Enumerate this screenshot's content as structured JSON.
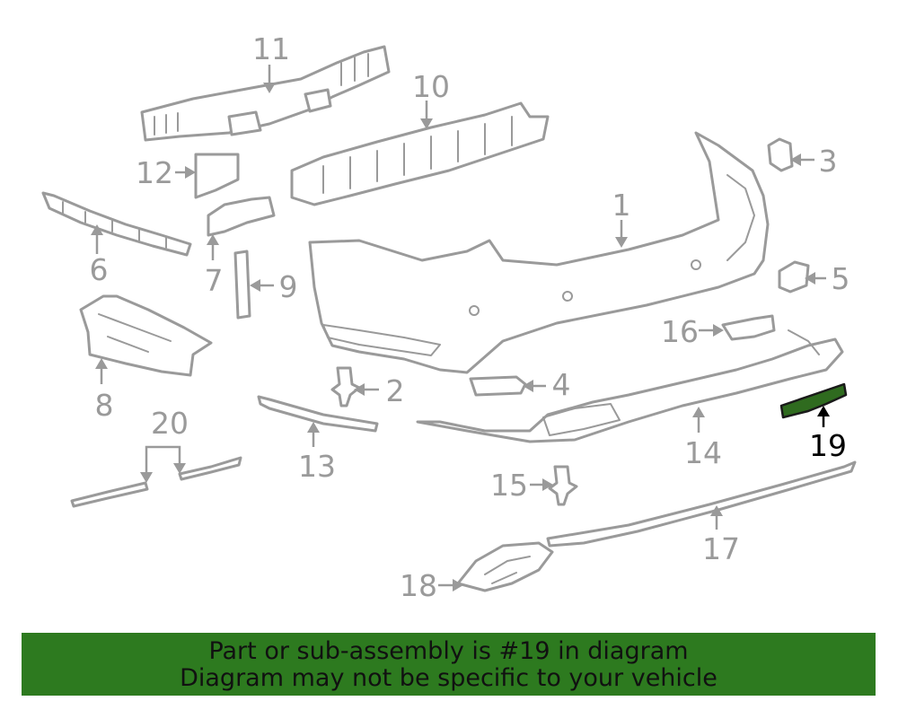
{
  "colors": {
    "line_art": "#9a9a9a",
    "highlight_part": "#2f6b1f",
    "banner_background": "#2d7a1f",
    "banner_text": "#111111"
  },
  "callouts": [
    {
      "id": "1",
      "label": "1"
    },
    {
      "id": "2",
      "label": "2"
    },
    {
      "id": "3",
      "label": "3"
    },
    {
      "id": "4",
      "label": "4"
    },
    {
      "id": "5",
      "label": "5"
    },
    {
      "id": "6",
      "label": "6"
    },
    {
      "id": "7",
      "label": "7"
    },
    {
      "id": "8",
      "label": "8"
    },
    {
      "id": "9",
      "label": "9"
    },
    {
      "id": "10",
      "label": "10"
    },
    {
      "id": "11",
      "label": "11"
    },
    {
      "id": "12",
      "label": "12"
    },
    {
      "id": "13",
      "label": "13"
    },
    {
      "id": "14",
      "label": "14"
    },
    {
      "id": "15",
      "label": "15"
    },
    {
      "id": "16",
      "label": "16"
    },
    {
      "id": "17",
      "label": "17"
    },
    {
      "id": "18",
      "label": "18"
    },
    {
      "id": "19",
      "label": "19",
      "highlighted": true
    },
    {
      "id": "20",
      "label": "20"
    }
  ],
  "banner": {
    "line1": "Part or sub-assembly is #19 in diagram",
    "line2": "Diagram may not be specific to your vehicle"
  }
}
